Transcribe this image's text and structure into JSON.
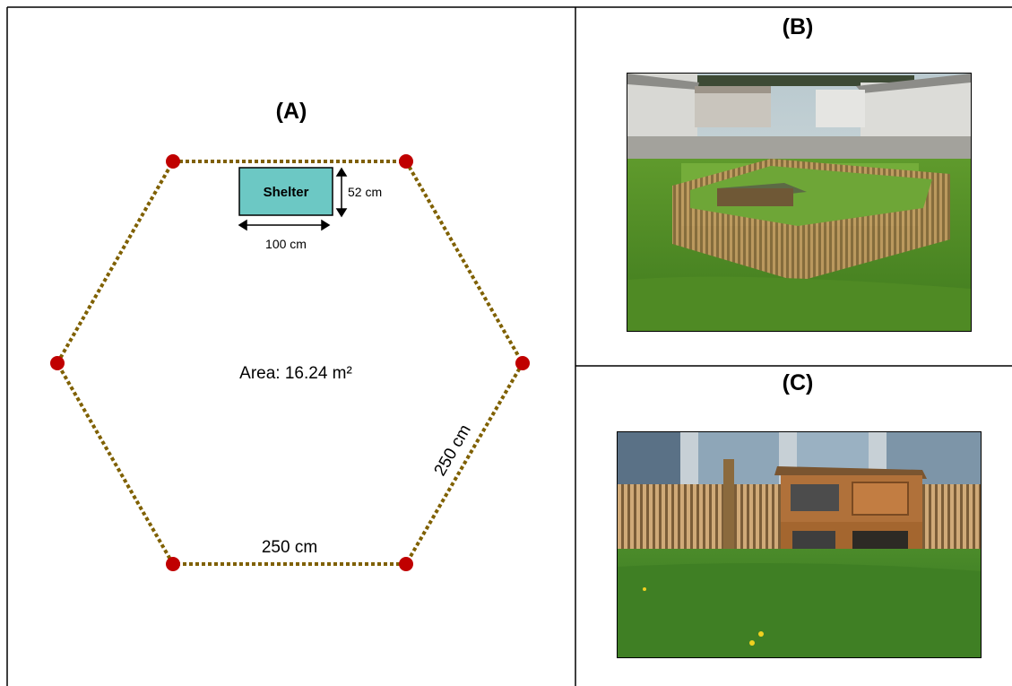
{
  "panels": {
    "a": {
      "label": "(A)",
      "shelter_label": "Shelter",
      "shelter_height_label": "52 cm",
      "shelter_width_label": "100 cm",
      "area_label": "Area: 16.24 m²",
      "side_label_diagonal": "250 cm",
      "side_label_bottom": "250 cm",
      "colors": {
        "vertex": "#c00000",
        "edge": "#7f6000",
        "shelter_fill": "#6cc8c4"
      }
    },
    "b": {
      "label": "(B)"
    },
    "c": {
      "label": "(C)"
    }
  }
}
